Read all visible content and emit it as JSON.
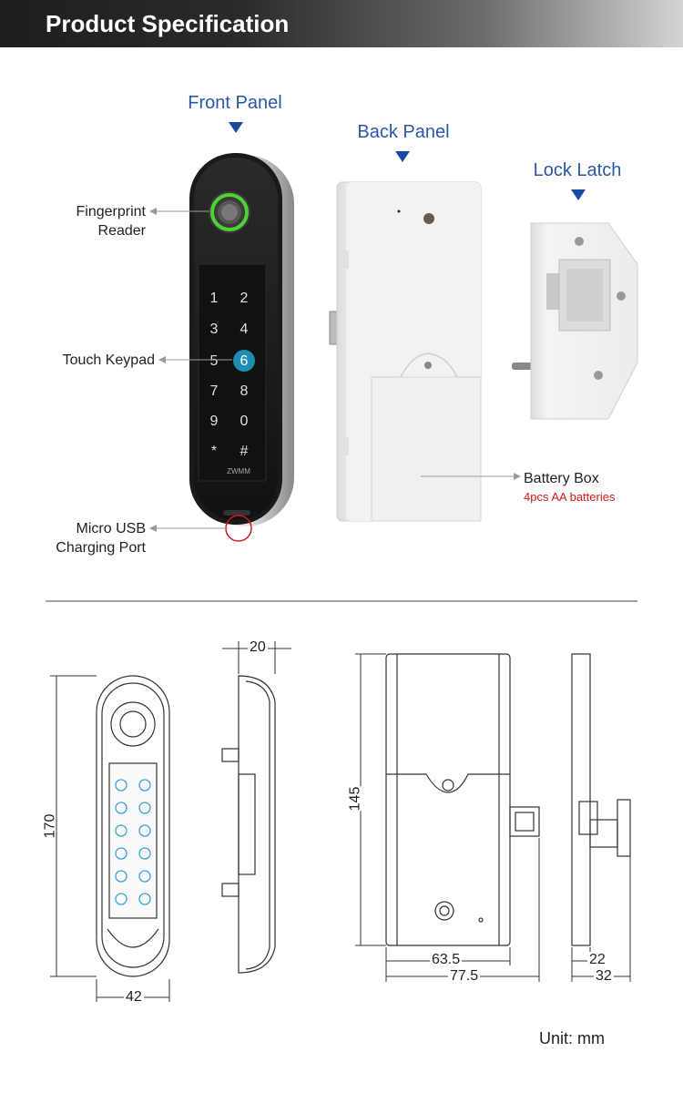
{
  "header": {
    "title": "Product Specification"
  },
  "panels": {
    "front": "Front Panel",
    "back": "Back Panel",
    "latch": "Lock Latch"
  },
  "callouts": {
    "fingerprint": "Fingerprint Reader",
    "touch_keypad": "Touch Keypad",
    "micro_usb": "Micro USB Charging Port",
    "battery_box": "Battery Box",
    "battery_note": "4pcs AA batteries"
  },
  "keypad": {
    "keys": [
      "1",
      "2",
      "3",
      "4",
      "5",
      "6",
      "7",
      "8",
      "9",
      "0",
      "*",
      "#"
    ],
    "highlighted_key": "6",
    "brand": "ZWMM"
  },
  "dimensions": {
    "front_height": "170",
    "front_width": "42",
    "side_depth": "20",
    "back_height": "145",
    "back_inner_width": "63.5",
    "back_outer_width": "77.5",
    "latch_inner_width": "22",
    "latch_outer_width": "32",
    "unit": "Unit: mm"
  },
  "colors": {
    "title_blue": "#2a57a6",
    "arrow_blue": "#1a49a0",
    "highlight_red": "#d11a1a",
    "fingerprint_ring": "#4cd137",
    "key_highlight": "#1e8fb0",
    "keypad_dot": "#3aa3d8"
  }
}
